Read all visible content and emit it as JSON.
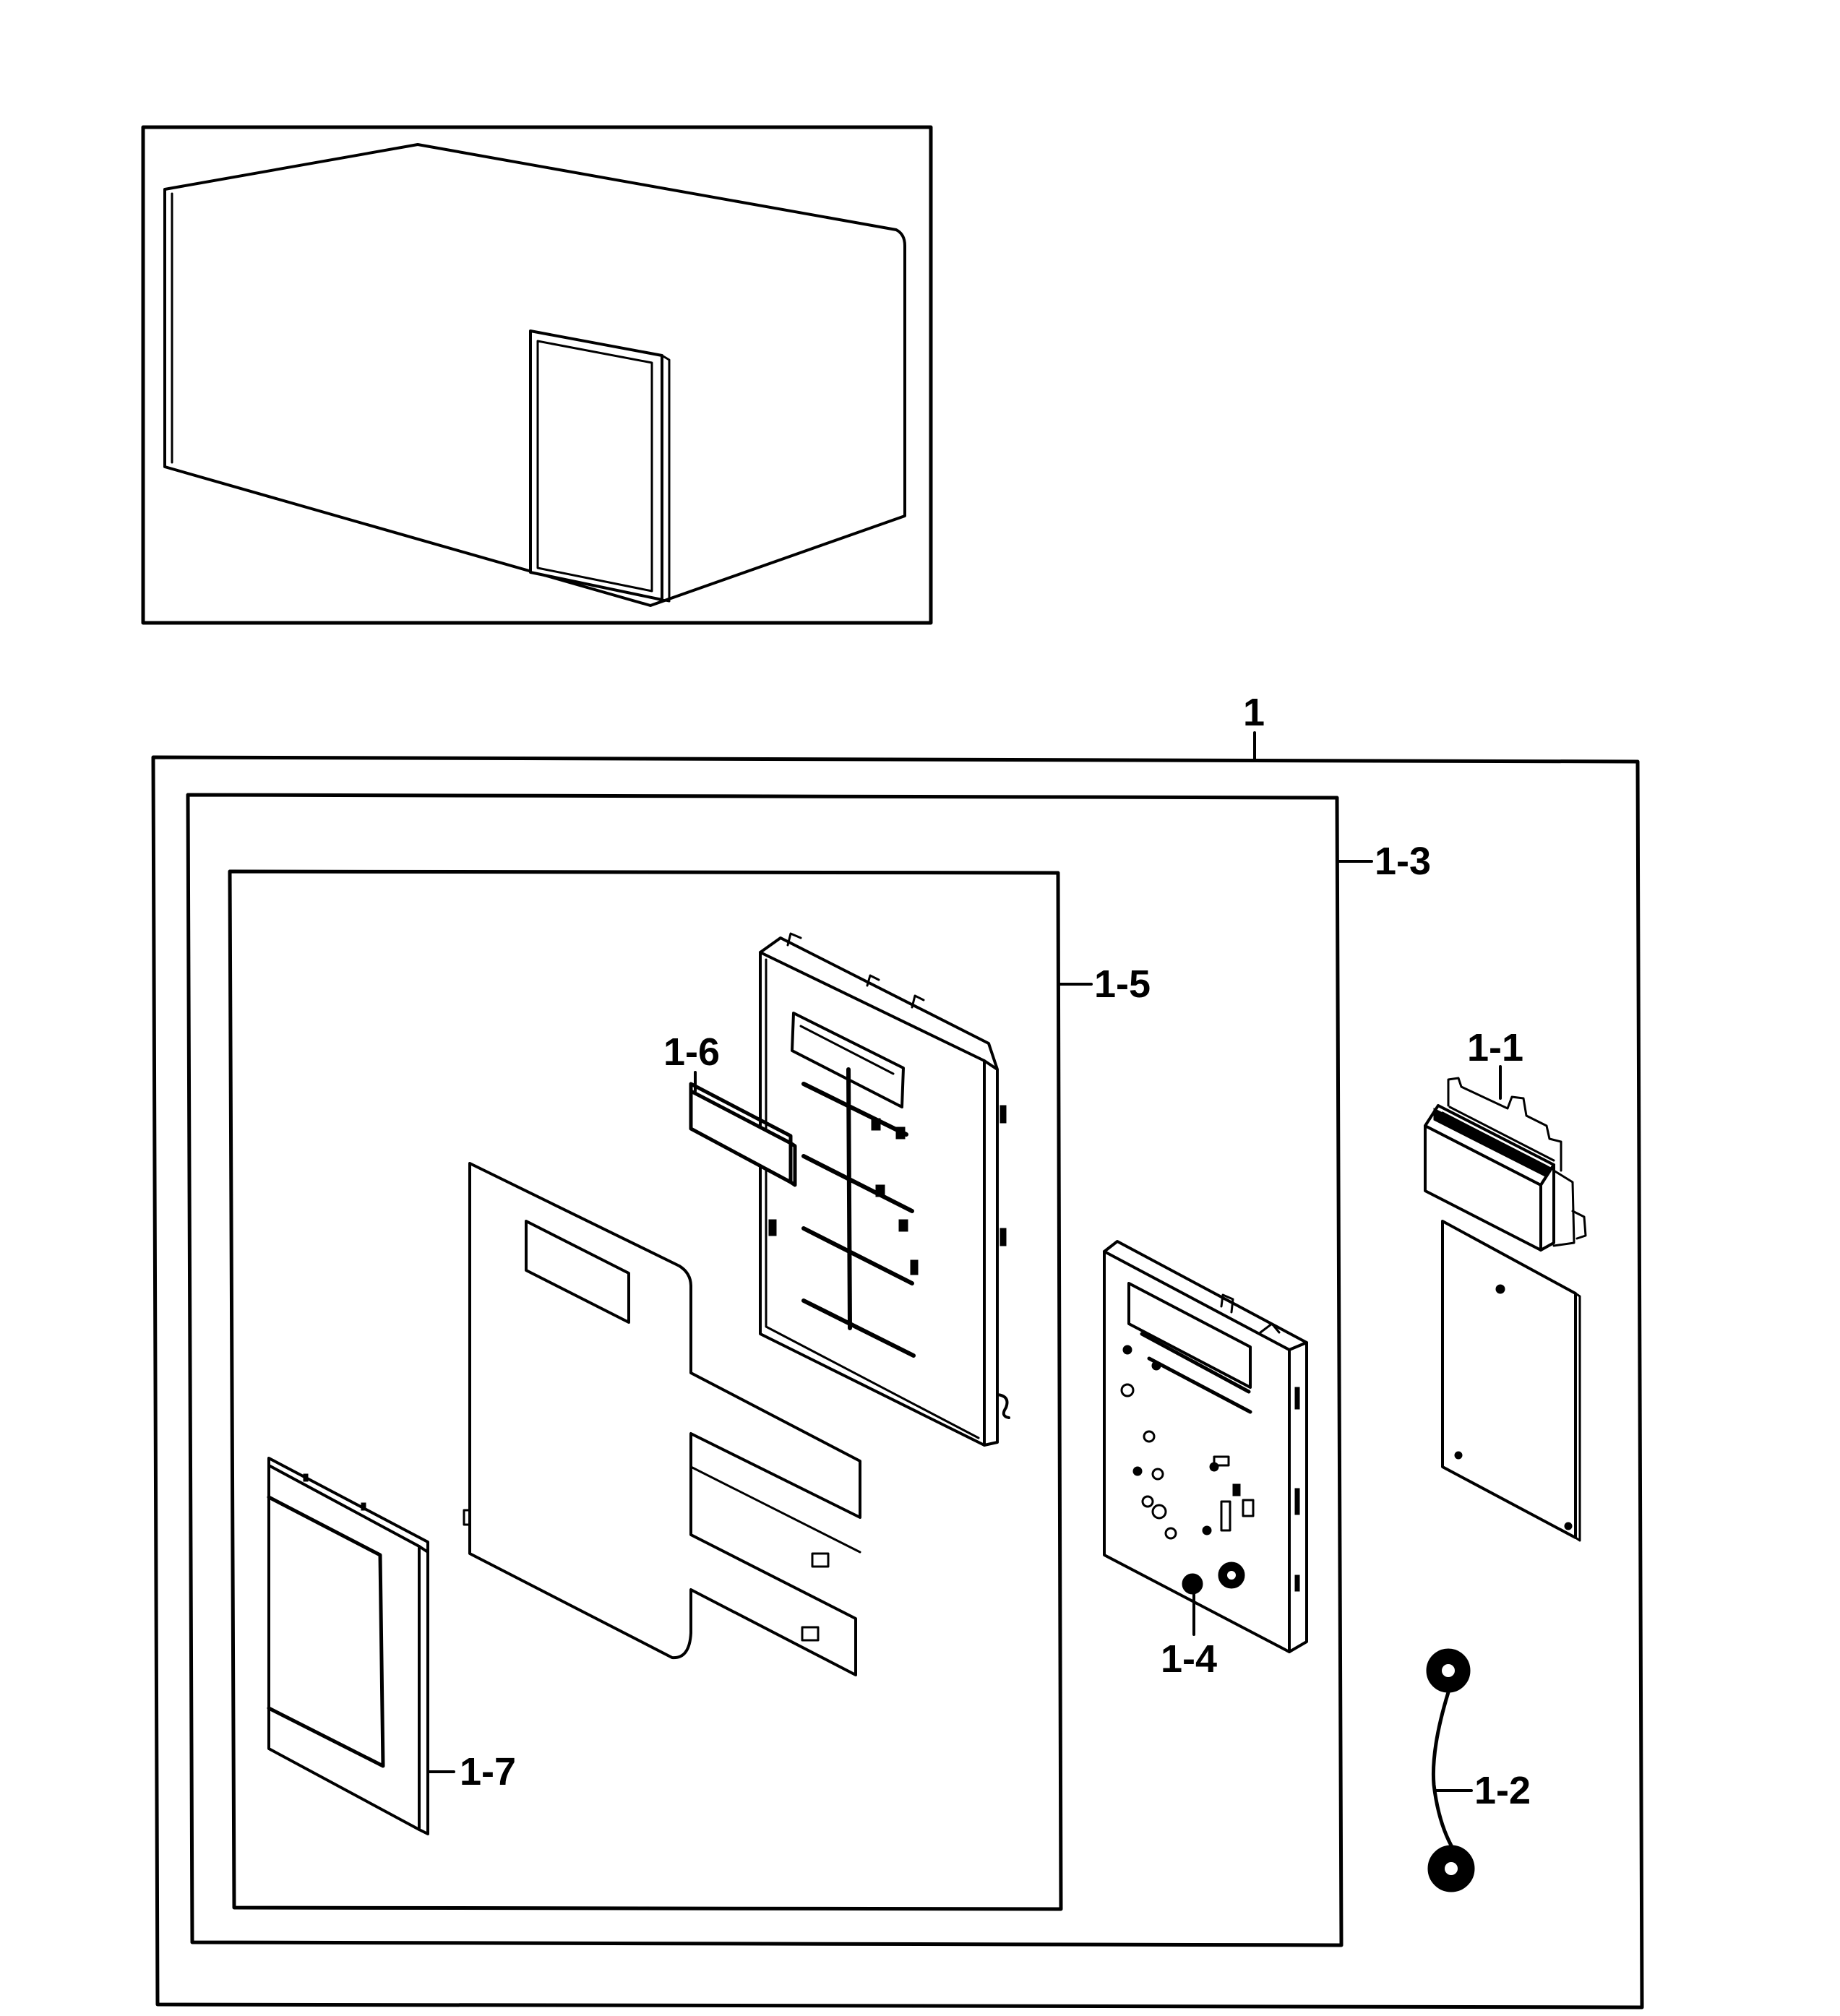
{
  "labels": {
    "assembly": "1",
    "sub_1_1": "1-1",
    "sub_1_2": "1-2",
    "sub_1_3": "1-3",
    "sub_1_4": "1-4",
    "sub_1_5": "1-5",
    "sub_1_6": "1-6",
    "sub_1_7": "1-7"
  },
  "colors": {
    "line": "#000000",
    "background": "#ffffff"
  }
}
